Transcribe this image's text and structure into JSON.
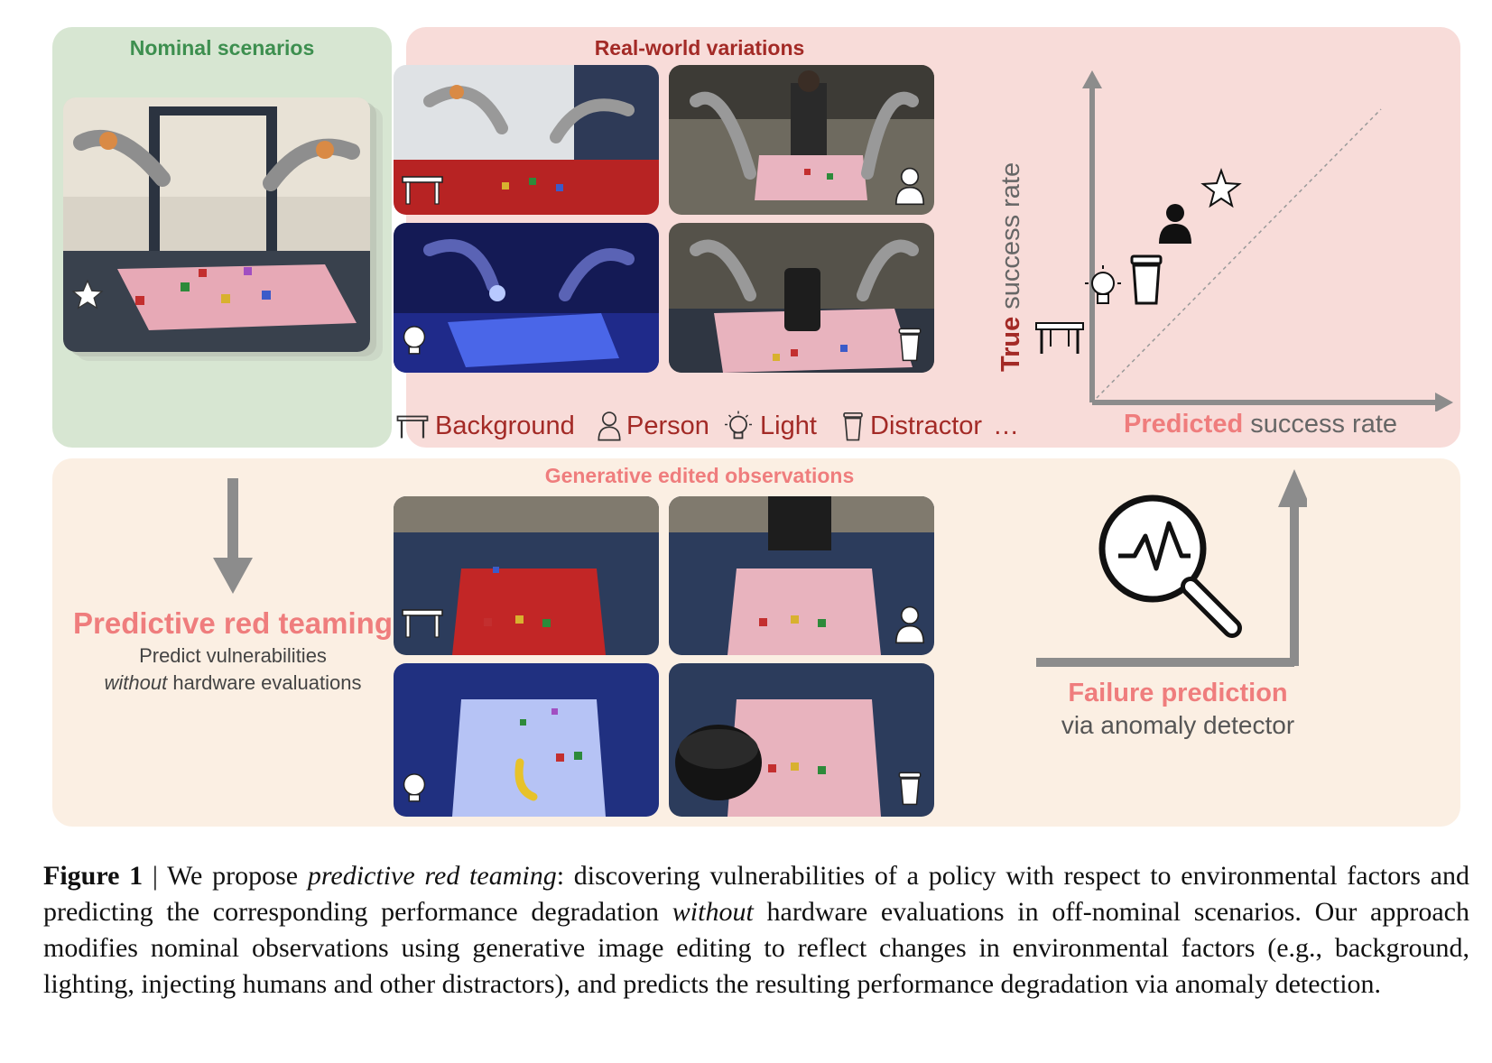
{
  "panels": {
    "nominal_title": "Nominal scenarios",
    "real_title": "Real-world variations",
    "generative_title": "Generative edited observations"
  },
  "legend": {
    "background": "Background",
    "person": "Person",
    "light": "Light",
    "distractor": "Distractor",
    "ellipsis": "…"
  },
  "plot": {
    "x_label_emph": "Predicted",
    "x_label_rest": " success rate",
    "y_label_emph": "True",
    "y_label_rest": " success rate",
    "markers": [
      "table-icon",
      "light-icon",
      "trash-icon",
      "person-icon",
      "star-icon"
    ]
  },
  "left_block": {
    "title": "Predictive red teaming",
    "line1": "Predict vulnerabilities",
    "line2_emph": "without",
    "line2_rest": " hardware evaluations"
  },
  "right_block": {
    "title": "Failure prediction",
    "subtitle": "via anomaly detector"
  },
  "caption": {
    "label": "Figure 1",
    "sep": " | We propose ",
    "emph1": "predictive red teaming",
    "part1": ": discovering vulnerabilities of a policy with respect to environmental factors and predicting the corresponding performance degradation ",
    "emph2": "without",
    "part2": " hardware evaluations in off-nominal scenarios. Our approach modifies nominal observations using generative image editing to reflect changes in environmental factors (e.g., background, lighting, injecting humans and other distractors), and predicts the resulting performance degradation via anomaly detection."
  },
  "colors": {
    "nominal_bg": "#d7e6d2",
    "real_bg": "#f8dcd9",
    "generative_bg": "#fbefe3",
    "nominal_title": "#3d8f4f",
    "real_title": "#a32a26",
    "generative_title": "#ef7d7d",
    "arrow_gray": "#8c8c8c"
  }
}
